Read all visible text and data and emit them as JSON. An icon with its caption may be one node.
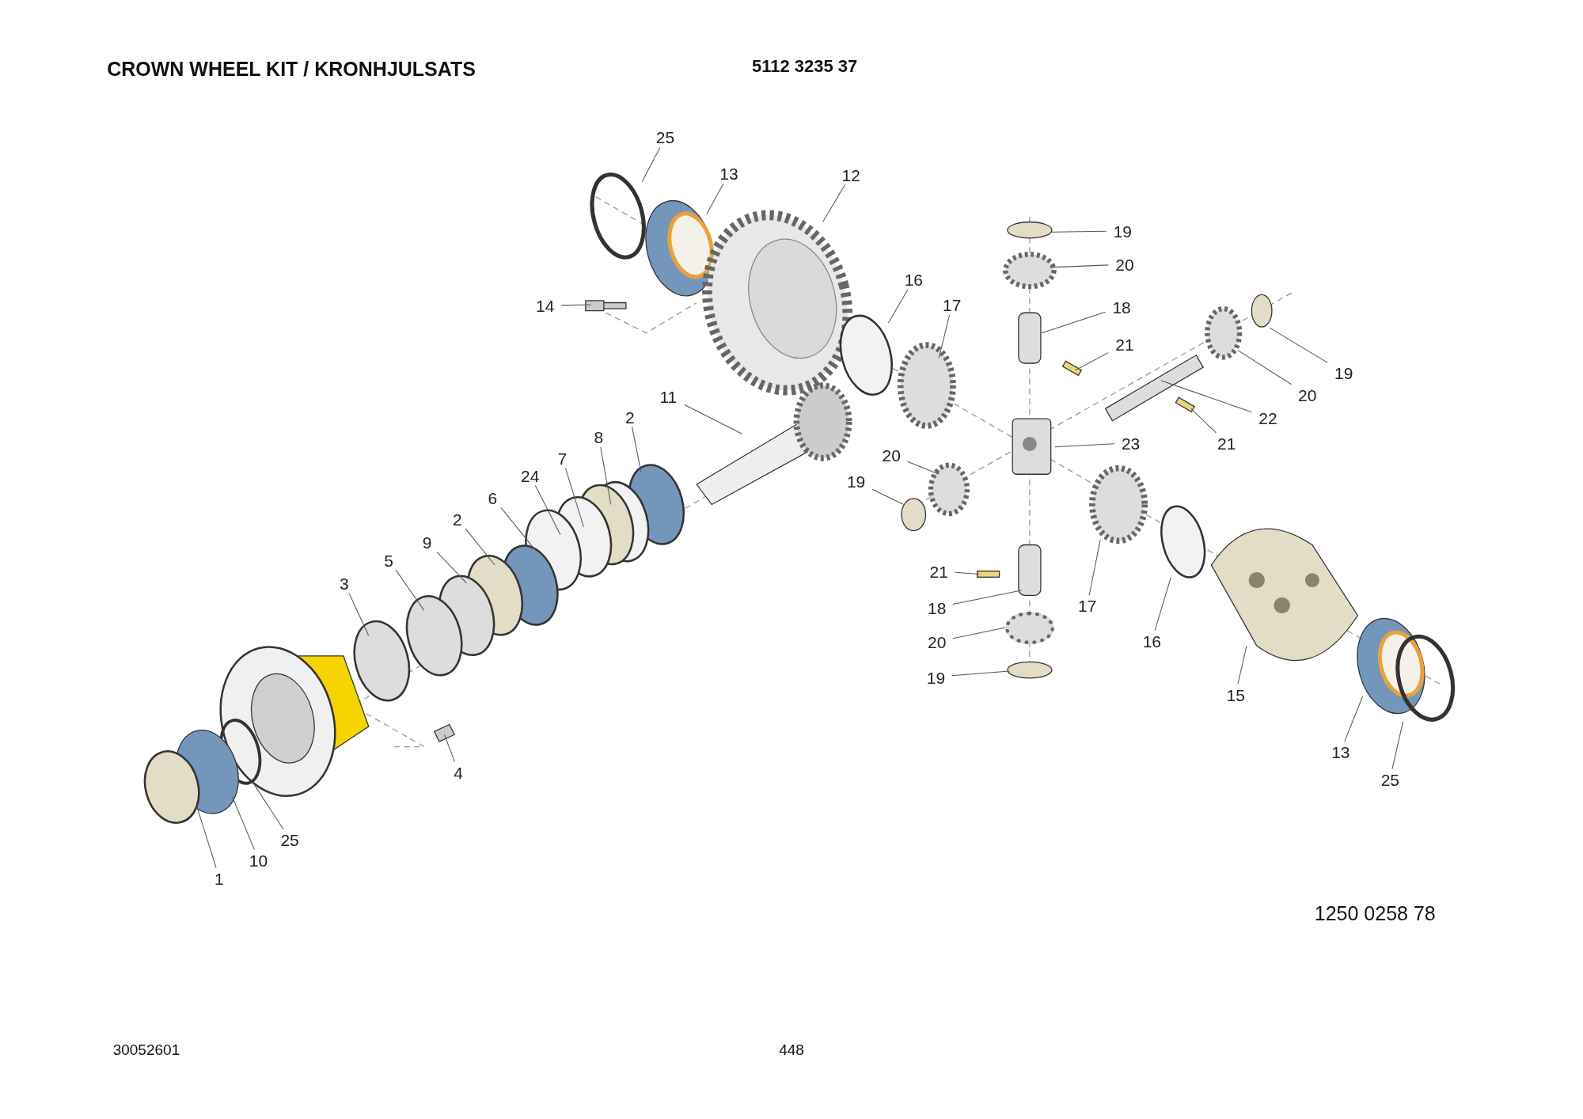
{
  "diagram": {
    "title": "CROWN WHEEL KIT / KRONHJULSATS",
    "nodes": [
      {
        "text": [
          "25"
        ]
      },
      {
        "text": [
          "13"
        ]
      },
      {
        "text": [
          "12"
        ]
      },
      {
        "text": [
          "14"
        ]
      },
      {
        "text": [
          "16"
        ]
      },
      {
        "text": [
          "17"
        ]
      },
      {
        "text": [
          "19"
        ]
      },
      {
        "text": [
          "20"
        ]
      },
      {
        "text": [
          "18"
        ]
      },
      {
        "text": [
          "21"
        ]
      },
      {
        "text": [
          "19"
        ]
      },
      {
        "text": [
          "20"
        ]
      },
      {
        "text": [
          "22"
        ]
      },
      {
        "text": [
          "21"
        ]
      },
      {
        "text": [
          "23"
        ]
      },
      {
        "text": [
          "11"
        ]
      },
      {
        "text": [
          "2"
        ]
      },
      {
        "text": [
          "8"
        ]
      },
      {
        "text": [
          "7"
        ]
      },
      {
        "text": [
          "24"
        ]
      },
      {
        "text": [
          "6"
        ]
      },
      {
        "text": [
          "2"
        ]
      },
      {
        "text": [
          "9"
        ]
      },
      {
        "text": [
          "5"
        ]
      },
      {
        "text": [
          "3"
        ]
      },
      {
        "text": [
          "20"
        ]
      },
      {
        "text": [
          "19"
        ]
      },
      {
        "text": [
          "21"
        ]
      },
      {
        "text": [
          "18"
        ]
      },
      {
        "text": [
          "20"
        ]
      },
      {
        "text": [
          "19"
        ]
      },
      {
        "text": [
          "17"
        ]
      },
      {
        "text": [
          "16"
        ]
      },
      {
        "text": [
          "15"
        ]
      },
      {
        "text": [
          "13"
        ]
      },
      {
        "text": [
          "25"
        ]
      },
      {
        "text": [
          "4"
        ]
      },
      {
        "text": [
          "25"
        ]
      },
      {
        "text": [
          "10"
        ]
      },
      {
        "text": [
          "1"
        ]
      },
      {
        "text": [],
        "shape": "circle"
      }
    ],
    "edges": [
      {
        "from": 0,
        "to": null,
        "arrow": "none"
      },
      {
        "from": 1,
        "to": null,
        "arrow": "none"
      },
      {
        "from": 2,
        "to": null,
        "arrow": "none"
      },
      {
        "from": 3,
        "to": null,
        "arrow": "none"
      },
      {
        "from": 4,
        "to": null,
        "arrow": "none"
      },
      {
        "from": 5,
        "to": null,
        "arrow": "none"
      },
      {
        "from": 6,
        "to": null,
        "arrow": "none"
      },
      {
        "from": 7,
        "to": null,
        "arrow": "none"
      },
      {
        "from": 8,
        "to": null,
        "arrow": "none"
      },
      {
        "from": 9,
        "to": null,
        "arrow": "none"
      },
      {
        "from": 10,
        "to": null,
        "arrow": "none"
      },
      {
        "from": 11,
        "to": null,
        "arrow": "none"
      },
      {
        "from": 12,
        "to": null,
        "arrow": "none"
      },
      {
        "from": 13,
        "to": null,
        "arrow": "none"
      },
      {
        "from": 14,
        "to": null,
        "arrow": "none"
      },
      {
        "from": 15,
        "to": null,
        "arrow": "none"
      },
      {
        "from": 16,
        "to": null,
        "arrow": "none"
      },
      {
        "from": 17,
        "to": null,
        "arrow": "none"
      },
      {
        "from": 18,
        "to": null,
        "arrow": "none"
      },
      {
        "from": 19,
        "to": null,
        "arrow": "none"
      },
      {
        "from": 20,
        "to": null,
        "arrow": "none"
      },
      {
        "from": 21,
        "to": null,
        "arrow": "none"
      },
      {
        "from": 22,
        "to": null,
        "arrow": "none"
      },
      {
        "from": 23,
        "to": null,
        "arrow": "none"
      },
      {
        "from": 24,
        "to": null,
        "arrow": "none"
      },
      {
        "from": 25,
        "to": null,
        "arrow": "none"
      },
      {
        "from": 26,
        "to": null,
        "arrow": "none"
      },
      {
        "from": 27,
        "to": null,
        "arrow": "none"
      },
      {
        "from": 28,
        "to": null,
        "arrow": "none"
      },
      {
        "from": 29,
        "to": 40,
        "arrow": "none"
      },
      {
        "from": 30,
        "to": null,
        "arrow": "none"
      },
      {
        "from": 31,
        "to": null,
        "arrow": "none"
      },
      {
        "from": 32,
        "to": null,
        "arrow": "none"
      },
      {
        "from": 33,
        "to": null,
        "arrow": "none"
      },
      {
        "from": 34,
        "to": null,
        "arrow": "none"
      },
      {
        "from": 35,
        "to": null,
        "arrow": "none"
      },
      {
        "from": 36,
        "to": null,
        "arrow": "none"
      },
      {
        "from": 37,
        "to": null,
        "arrow": "none"
      },
      {
        "from": 38,
        "to": null,
        "arrow": "none"
      },
      {
        "from": 39,
        "to": null,
        "arrow": "none"
      }
    ],
    "labels": [
      "5112 3235 37",
      "1250 0258 78",
      "30052601",
      "448"
    ]
  }
}
